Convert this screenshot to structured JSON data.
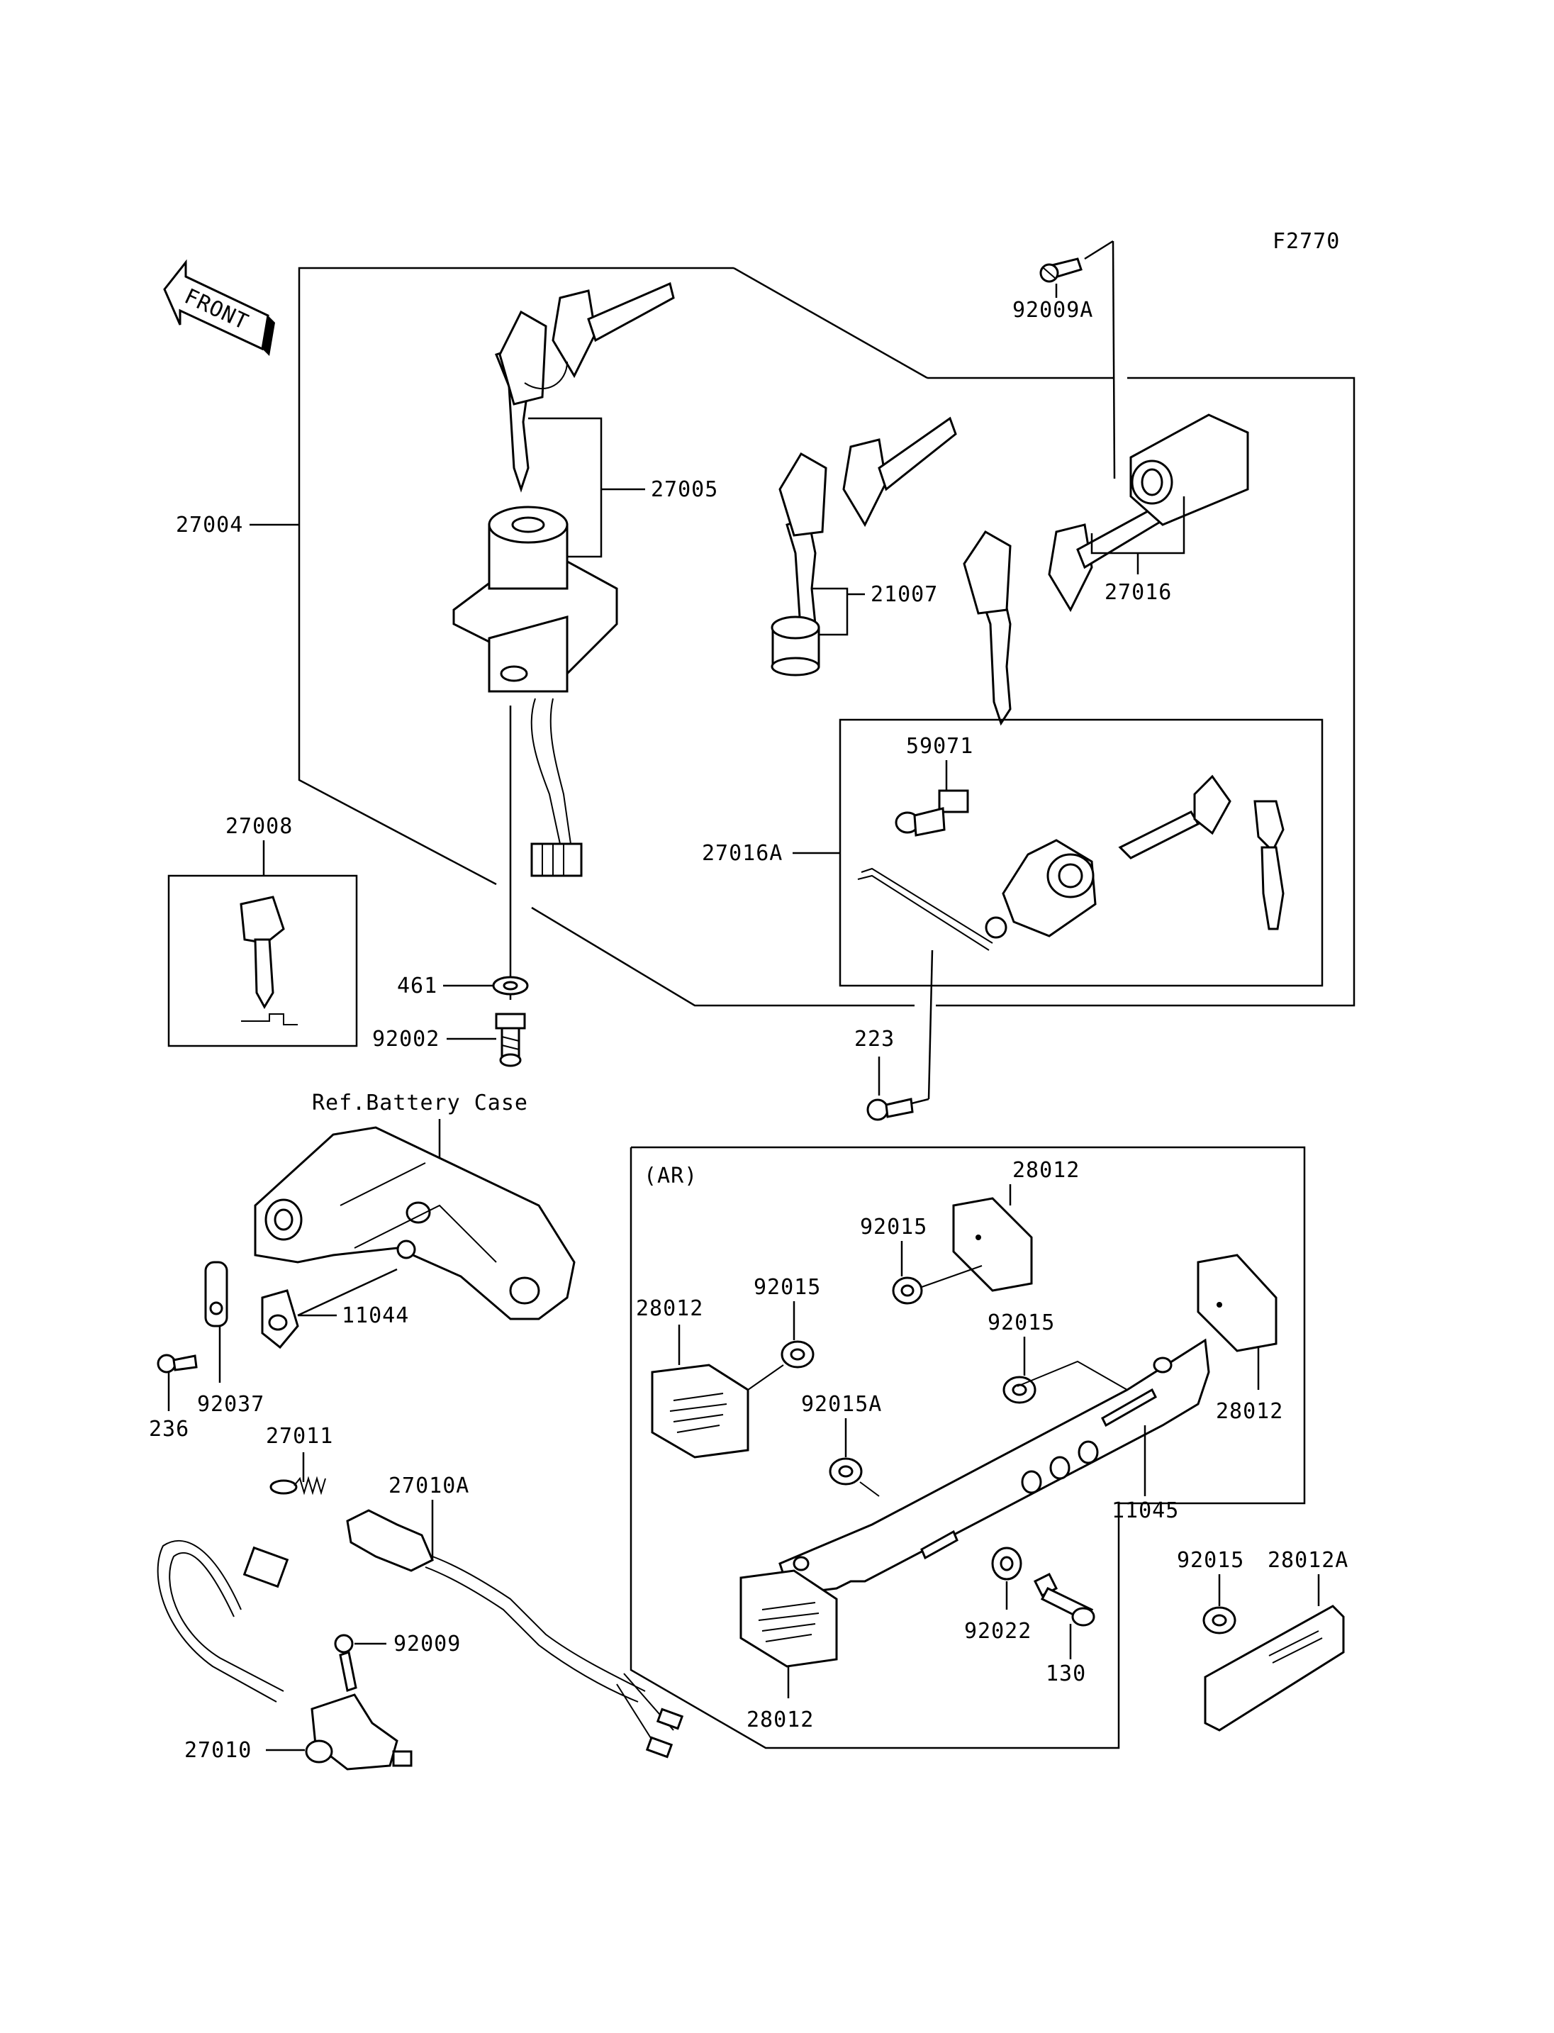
{
  "figure_id": "F2770",
  "front_label": "FRONT",
  "ref_label": "Ref.Battery Case",
  "ar_label": "(AR)",
  "labels": {
    "p92009A": "92009A",
    "p27005": "27005",
    "p27004": "27004",
    "p21007": "21007",
    "p27016": "27016",
    "p59071": "59071",
    "p27016A": "27016A",
    "p27008": "27008",
    "p461": "461",
    "p92002": "92002",
    "p223": "223",
    "p11044": "11044",
    "p92037": "92037",
    "p236": "236",
    "p27011": "27011",
    "p27010A": "27010A",
    "p92009": "92009",
    "p27010": "27010",
    "p28012_top": "28012",
    "p92015_a": "92015",
    "p92015_b": "92015",
    "p28012_left": "28012",
    "p92015_c": "92015",
    "p92015A": "92015A",
    "p28012_right": "28012",
    "p11045": "11045",
    "p92022": "92022",
    "p130": "130",
    "p28012_bottom": "28012",
    "p92015_d": "92015",
    "p28012A": "28012A"
  }
}
